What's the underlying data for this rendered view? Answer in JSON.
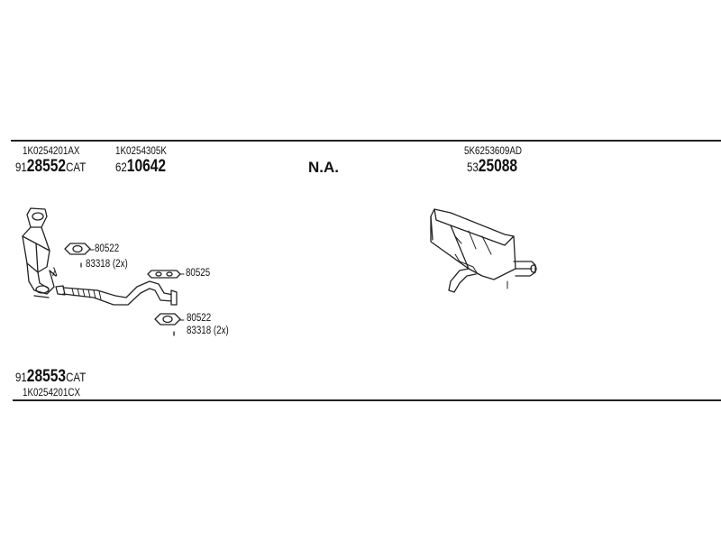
{
  "top_row": {
    "col1": {
      "oe": "1K0254201AX",
      "pn_prefix": "91",
      "pn_main": "28552",
      "pn_suffix": "CAT"
    },
    "col2": {
      "oe": "1K0254305K",
      "pn_prefix": "62",
      "pn_main": "10642",
      "pn_suffix": ""
    },
    "col3": {
      "na": "N.A."
    },
    "col4": {
      "oe": "5K6253609AD",
      "pn_prefix": "53",
      "pn_main": "25088",
      "pn_suffix": ""
    }
  },
  "bottom_row": {
    "pn_prefix": "91",
    "pn_main": "28553",
    "pn_suffix": "CAT",
    "oe": "1K0254201CX"
  },
  "callouts": {
    "gasket1": "80522",
    "bolt1": "83318 (2x)",
    "gasket2": "80525",
    "gasket3": "80522",
    "bolt3": "83318 (2x)",
    "lambda": "λ"
  }
}
